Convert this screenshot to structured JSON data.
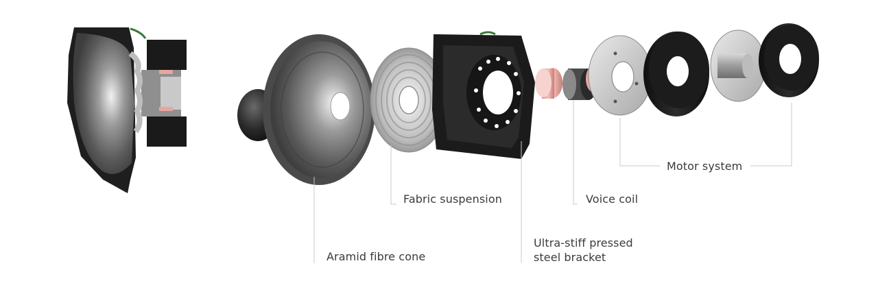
{
  "labels": {
    "cone": "Aramid fibre cone",
    "suspension": "Fabric suspension",
    "bracket_line1": "Ultra-stiff pressed",
    "bracket_line2": "steel bracket",
    "voice_coil": "Voice coil",
    "motor_system": "Motor system"
  },
  "colors": {
    "background": "#ffffff",
    "label_text": "#3a3a3a",
    "leader_line": "#c8c8c8",
    "black_part": "#1c1c1c",
    "cone_grey": "#5a5a5a",
    "metal_grey": "#c9c9c9",
    "coil_copper": "#e6a6a0"
  }
}
